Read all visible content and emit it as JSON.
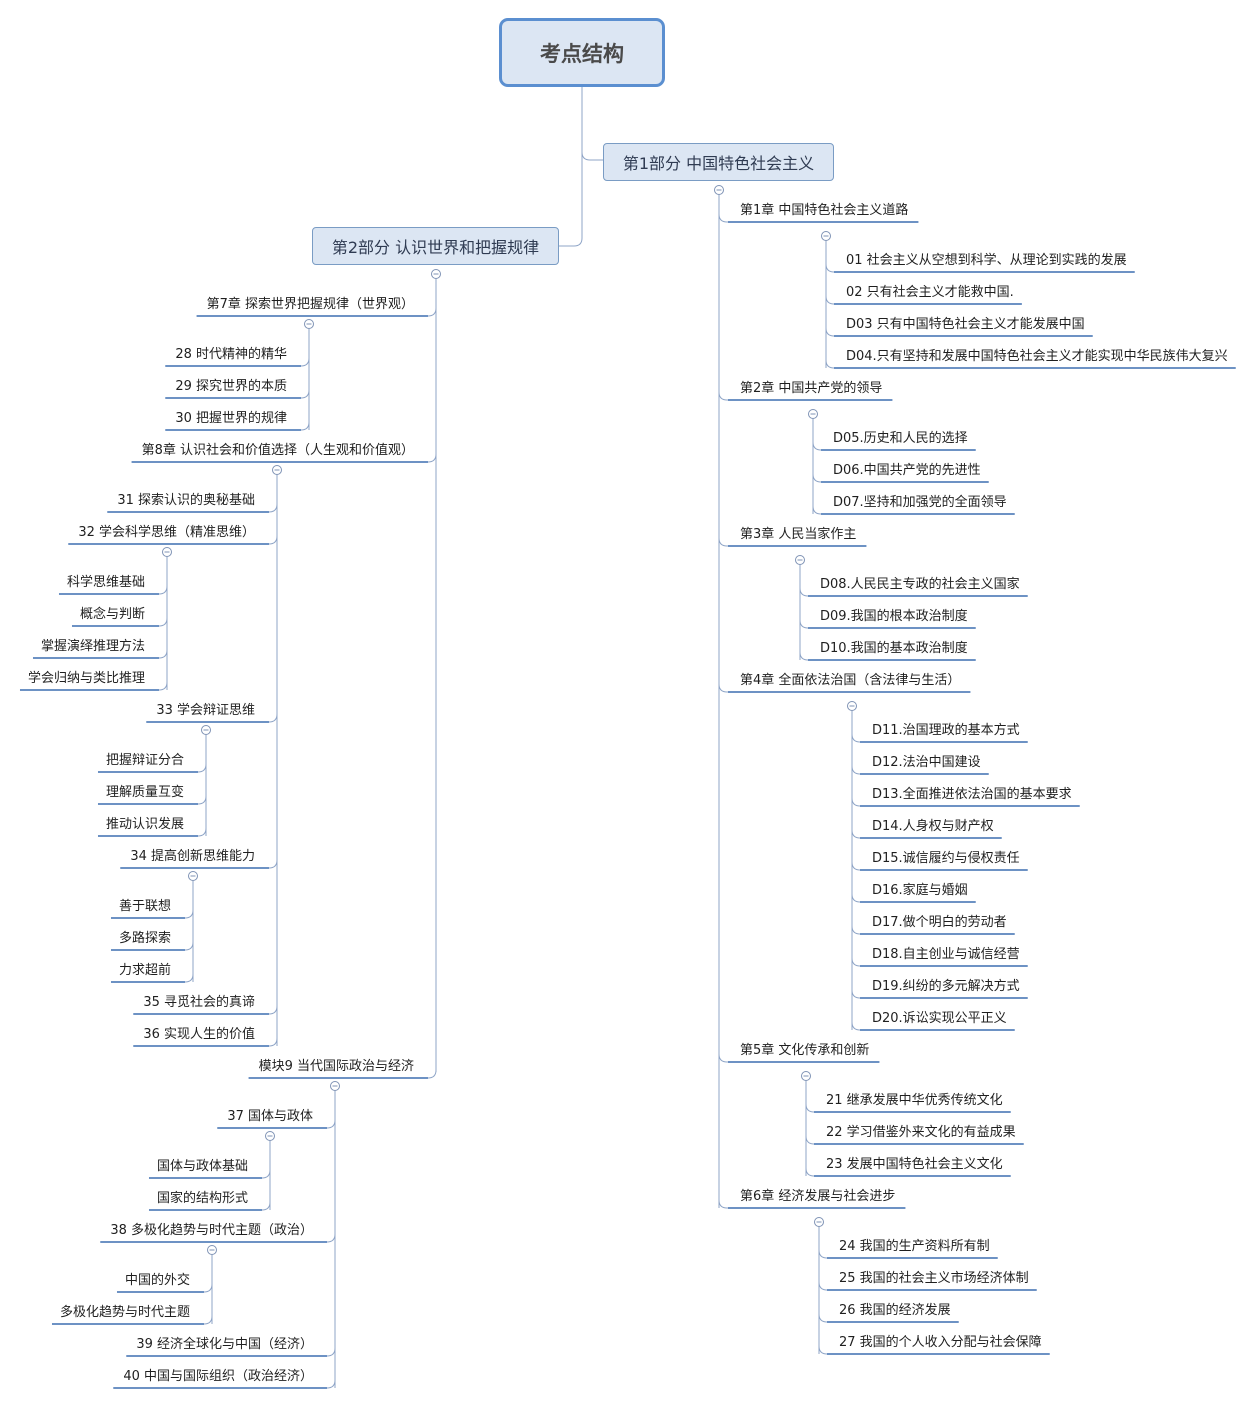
{
  "root": {
    "title": "考点结构"
  },
  "part1": {
    "title": "第1部分 中国特色社会主义",
    "chapters": [
      {
        "title": "第1章 中国特色社会主义道路",
        "items": [
          "01 社会主义从空想到科学、从理论到实践的发展",
          "02 只有社会主义才能救中国.",
          "D03 只有中国特色社会主义才能发展中国",
          "D04.只有坚持和发展中国特色社会主义才能实现中华民族伟大复兴"
        ]
      },
      {
        "title": "第2章 中国共产党的领导",
        "items": [
          "D05.历史和人民的选择",
          "D06.中国共产党的先进性",
          "D07.坚持和加强党的全面领导"
        ]
      },
      {
        "title": "第3章 人民当家作主",
        "items": [
          "D08.人民民主专政的社会主义国家",
          "D09.我国的根本政治制度",
          "D10.我国的基本政治制度"
        ]
      },
      {
        "title": "第4章 全面依法治国（含法律与生活）",
        "items": [
          "D11.治国理政的基本方式",
          "D12.法治中国建设",
          "D13.全面推进依法治国的基本要求",
          "D14.人身权与财产权",
          "D15.诚信履约与侵权责任",
          "D16.家庭与婚姻",
          "D17.做个明白的劳动者",
          "D18.自主创业与诚信经营",
          "D19.纠纷的多元解决方式",
          "D20.诉讼实现公平正义"
        ]
      },
      {
        "title": "第5章 文化传承和创新",
        "items": [
          "21 继承发展中华优秀传统文化",
          "22 学习借鉴外来文化的有益成果",
          "23 发展中国特色社会主义文化"
        ]
      },
      {
        "title": "第6章 经济发展与社会进步",
        "items": [
          "24 我国的生产资料所有制",
          "25 我国的社会主义市场经济体制",
          "26 我国的经济发展",
          "27 我国的个人收入分配与社会保障"
        ]
      }
    ]
  },
  "part2": {
    "title": "第2部分 认识世界和把握规律",
    "chapters": [
      {
        "title": "第7章 探索世界把握规律（世界观）",
        "items": [
          {
            "title": "28 时代精神的精华"
          },
          {
            "title": "29 探究世界的本质"
          },
          {
            "title": "30 把握世界的规律"
          }
        ]
      },
      {
        "title": "第8章 认识社会和价值选择（人生观和价值观）",
        "items": [
          {
            "title": "31 探索认识的奥秘基础"
          },
          {
            "title": "32 学会科学思维（精准思维）",
            "items": [
              "科学思维基础",
              "概念与判断",
              "掌握演绎推理方法",
              "学会归纳与类比推理"
            ]
          },
          {
            "title": "33 学会辩证思维",
            "items": [
              "把握辩证分合",
              "理解质量互变",
              "推动认识发展"
            ]
          },
          {
            "title": "34 提高创新思维能力",
            "items": [
              "善于联想",
              "多路探索",
              "力求超前"
            ]
          },
          {
            "title": "35  寻觅社会的真谛"
          },
          {
            "title": "36 实现人生的价值"
          }
        ]
      },
      {
        "title": "模块9 当代国际政治与经济",
        "items": [
          {
            "title": "37 国体与政体",
            "items": [
              "国体与政体基础",
              "国家的结构形式"
            ]
          },
          {
            "title": "38 多极化趋势与时代主题（政治）",
            "items": [
              "中国的外交",
              "多极化趋势与时代主题"
            ]
          },
          {
            "title": "39 经济全球化与中国（经济）"
          },
          {
            "title": "40 中国与国际组织（政治经济）"
          }
        ]
      }
    ]
  }
}
